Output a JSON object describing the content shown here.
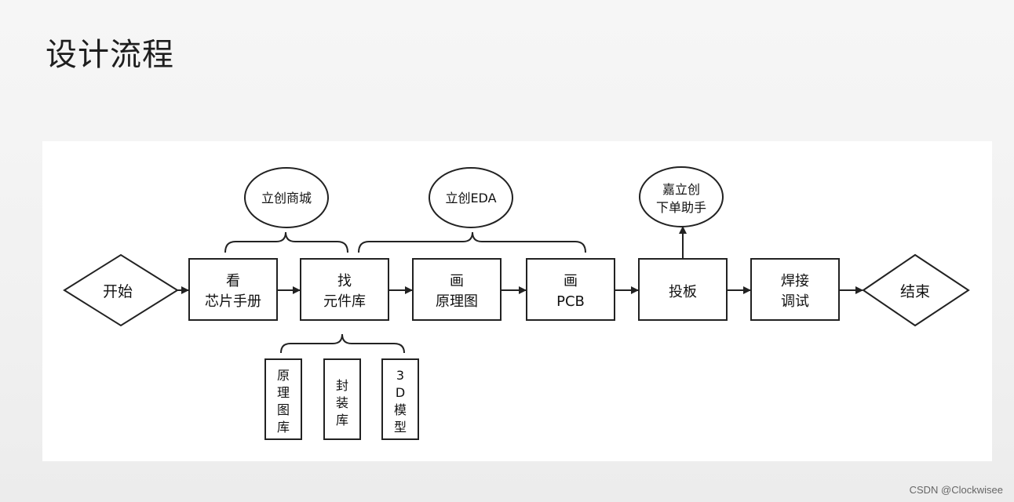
{
  "page": {
    "title": "设计流程",
    "watermark": "CSDN @Clockwisee"
  },
  "flow": {
    "start": "开始",
    "end": "结束",
    "steps": [
      {
        "id": "datasheet",
        "lines": [
          "看",
          "芯片手册"
        ]
      },
      {
        "id": "library",
        "lines": [
          "找",
          "元件库"
        ]
      },
      {
        "id": "schematic",
        "lines": [
          "画",
          "原理图"
        ]
      },
      {
        "id": "pcb",
        "lines": [
          "画",
          "PCB"
        ]
      },
      {
        "id": "fabrication",
        "lines": [
          "投板"
        ]
      },
      {
        "id": "debug",
        "lines": [
          "焊接",
          "调试"
        ]
      }
    ]
  },
  "tools": {
    "mall": "立创商城",
    "eda": "立创EDA",
    "jlc": [
      "嘉立创",
      "下单助手"
    ]
  },
  "library_parts": [
    {
      "id": "schematic-lib",
      "chars": [
        "原",
        "理",
        "图",
        "库"
      ]
    },
    {
      "id": "footprint-lib",
      "chars": [
        "封",
        "装",
        "库"
      ]
    },
    {
      "id": "model-3d",
      "chars": [
        "3",
        "D",
        "模",
        "型"
      ]
    }
  ]
}
